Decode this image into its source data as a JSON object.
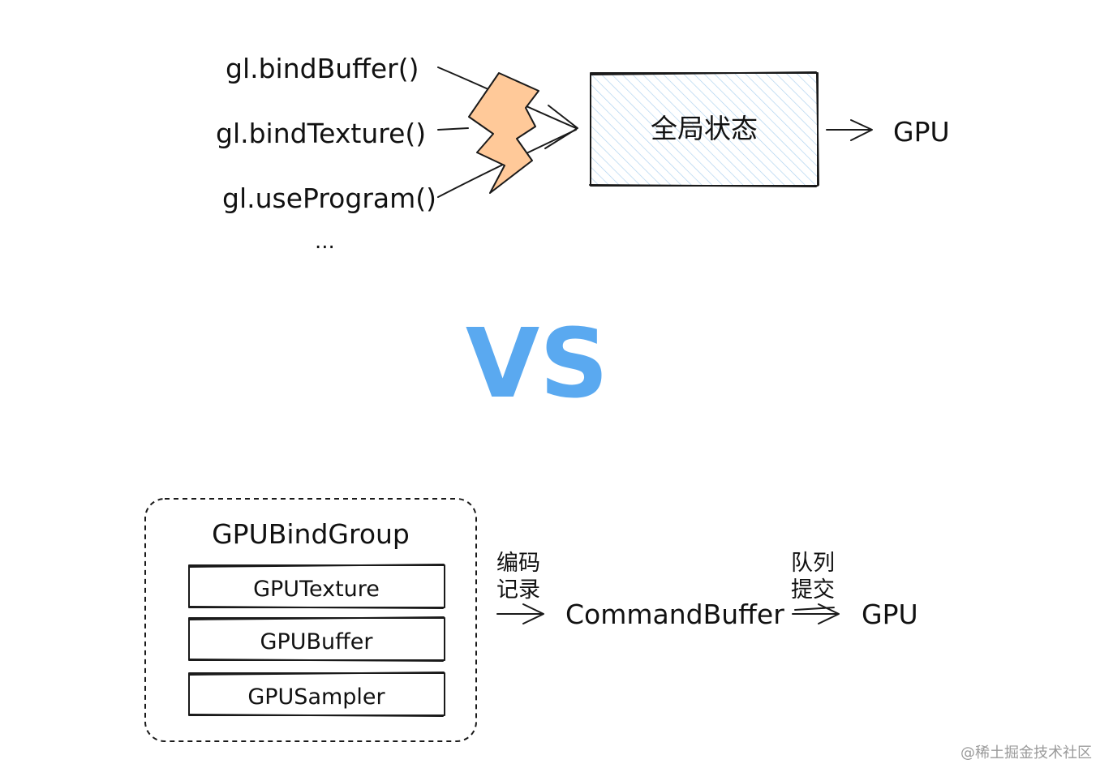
{
  "top": {
    "calls": [
      "gl.bindBuffer()",
      "gl.bindTexture()",
      "gl.useProgram()"
    ],
    "ellipsis": "...",
    "state_box_label": "全局状态",
    "target": "GPU"
  },
  "vs": {
    "label": "VS",
    "color": "#5aa9f0"
  },
  "bottom": {
    "group_title": "GPUBindGroup",
    "items": [
      "GPUTexture",
      "GPUBuffer",
      "GPUSampler"
    ],
    "encode_label_line1": "编码",
    "encode_label_line2": "记录",
    "command_buffer": "CommandBuffer",
    "submit_label_line1": "队列",
    "submit_label_line2": "提交",
    "target": "GPU"
  },
  "watermark": "@稀土掘金技术社区",
  "colors": {
    "lightning_fill": "#ffc999",
    "state_box_hatch": "#a9cfee",
    "vs_blue": "#5aa9f0",
    "ink": "#111111"
  }
}
